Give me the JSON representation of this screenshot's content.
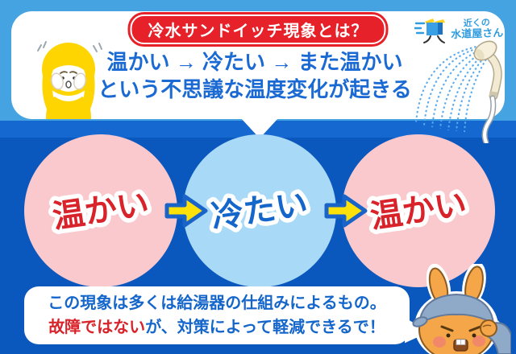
{
  "palette": {
    "frame_blue": "#45a3e2",
    "deep_blue": "#0a57bd",
    "band_blue": "#1568cf",
    "title_red": "#e62129",
    "text_blue": "#1b6ad3",
    "text_red": "#d8232a",
    "arrow_yellow": "#ffe10a",
    "arrow_outline": "#1a63c8",
    "pink_circle": "#f9c9cd",
    "blue_circle": "#a8d9f7"
  },
  "header": {
    "title": "冷水サンドイッチ現象とは？",
    "logo_line1": "近くの",
    "logo_line2": "水道屋さん",
    "bubble_line1": "温かい → 冷たい → また温かい",
    "bubble_line2": "という不思議な温度変化が起きる"
  },
  "diagram": {
    "circles": [
      {
        "label": "温かい",
        "fill": "#f9c9cd",
        "text_color": "#d8232a"
      },
      {
        "label": "冷たい",
        "fill": "#a8d9f7",
        "text_color": "#1566cb"
      },
      {
        "label": "温かい",
        "fill": "#f9c9cd",
        "text_color": "#d8232a"
      }
    ]
  },
  "footer": {
    "line1": "この現象は多くは給湯器の仕組みによるもの。",
    "line2_red": "故障ではない",
    "line2_blue": "が、対策によって軽減できるで！"
  }
}
